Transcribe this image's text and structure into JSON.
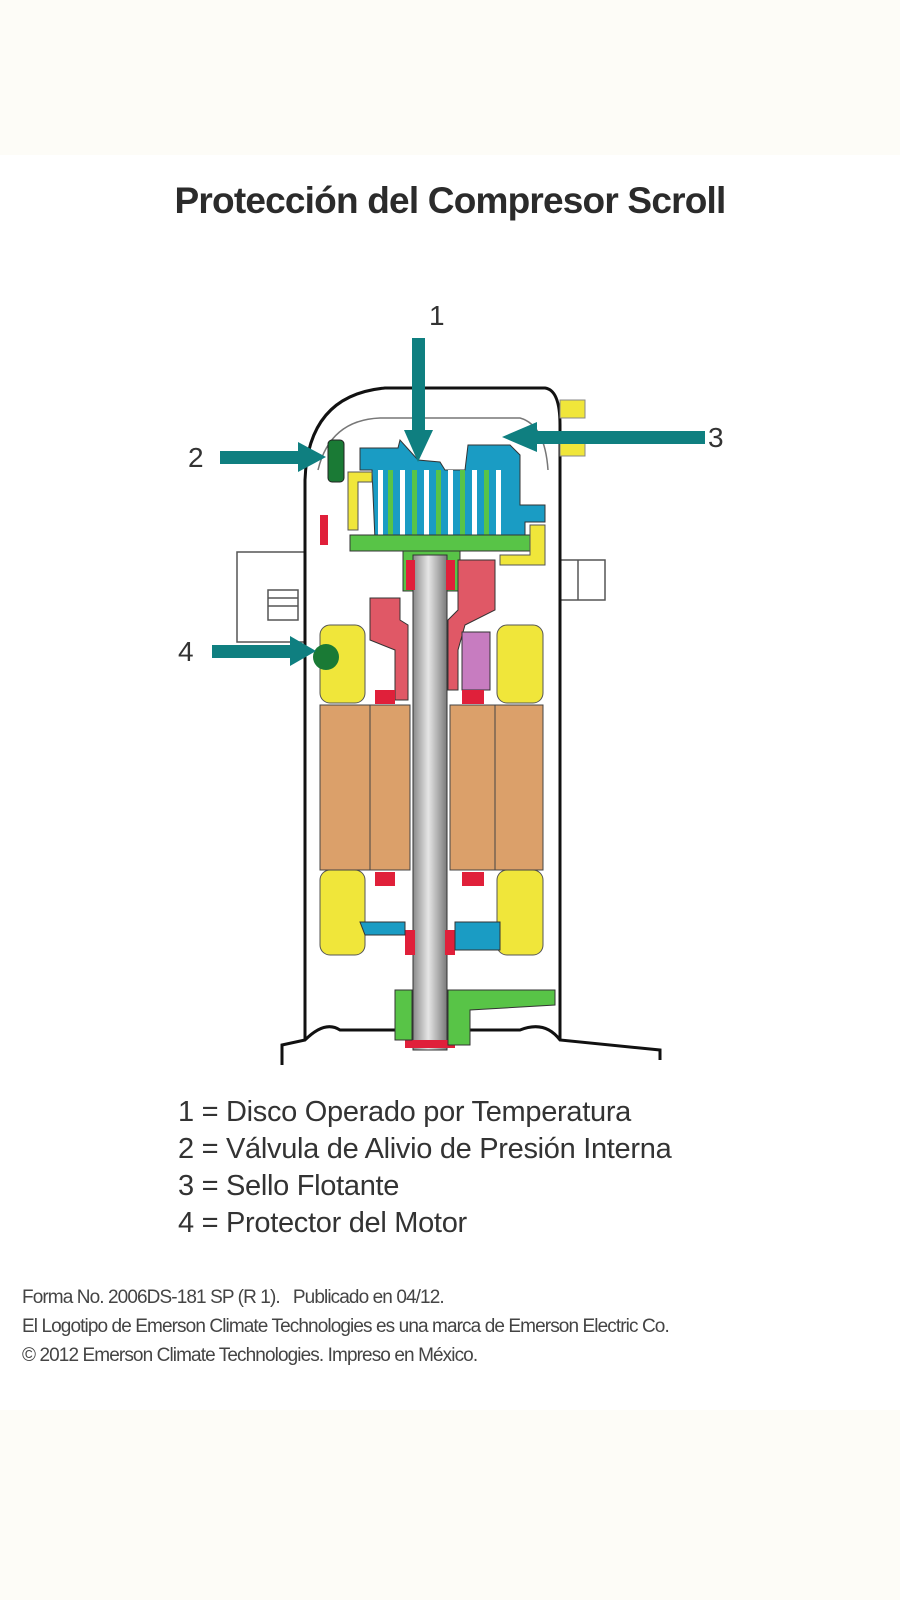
{
  "title": "Protección del Compresor Scroll",
  "diagram": {
    "callouts": [
      "1",
      "2",
      "3",
      "4"
    ],
    "colors": {
      "arrow": "#0f7f80",
      "scroll_fixed": "#1a9cc4",
      "scroll_orbit": "#58c447",
      "bearing": "#e0203a",
      "frame": "#e05866",
      "coil": "#f0e63a",
      "stator": "#dba06a",
      "protector": "#1a7a35",
      "purple": "#c77cc0"
    }
  },
  "legend": [
    "1 = Disco Operado por Temperatura",
    "2 = Válvula de Alivio de Presión Interna",
    "3 = Sello Flotante",
    "4 = Protector del Motor"
  ],
  "footer": [
    "Forma No. 2006DS-181 SP (R 1).   Publicado en 04/12.",
    "El Logotipo de Emerson Climate Technologies es una marca de Emerson Electric Co.",
    "© 2012 Emerson Climate Technologies. Impreso en México."
  ]
}
